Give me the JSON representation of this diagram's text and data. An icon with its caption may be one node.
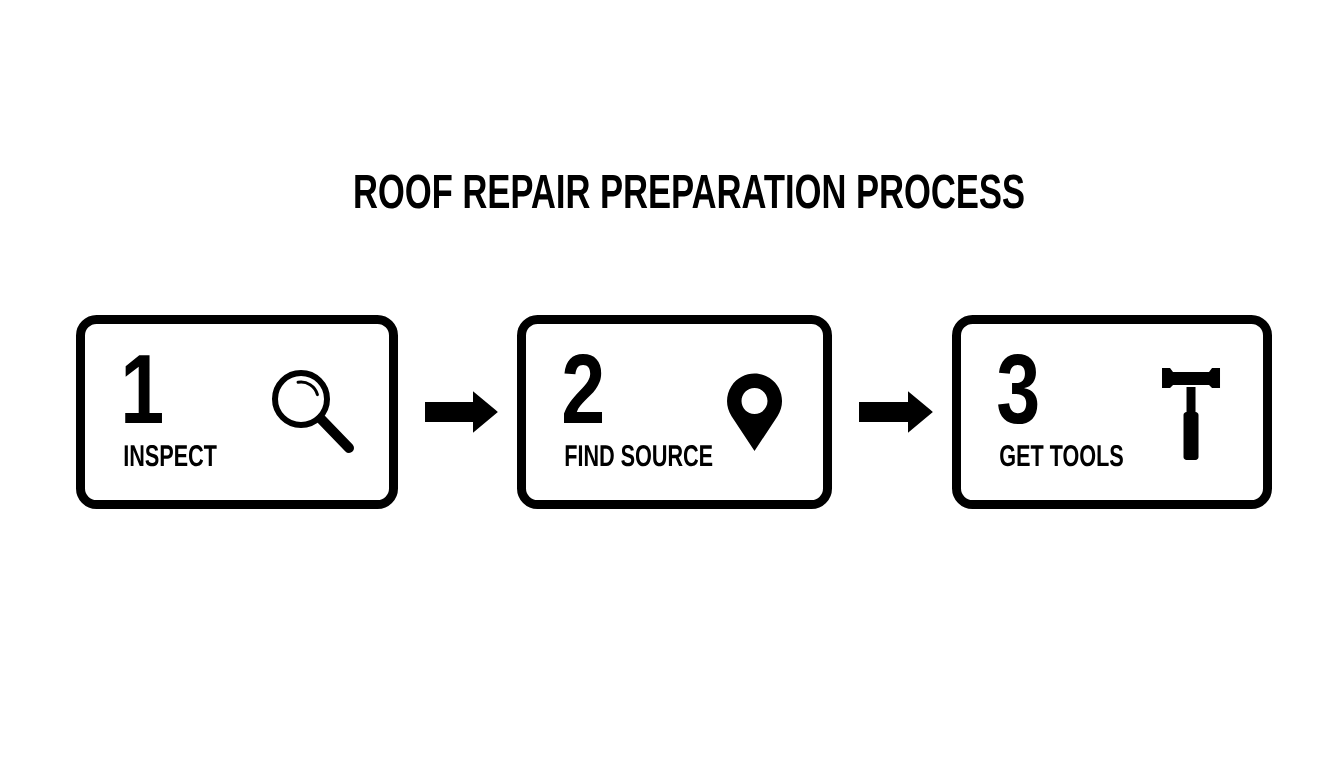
{
  "diagram": {
    "title": "ROOF REPAIR PREPARATION PROCESS",
    "nodes": [
      {
        "text": [
          "1",
          "INSPECT"
        ]
      },
      {
        "text": [
          "2",
          "FIND SOURCE"
        ]
      },
      {
        "text": [
          "3",
          "GET TOOLS"
        ]
      }
    ],
    "edges": [
      {
        "from": 0,
        "to": 1,
        "arrow": "to"
      },
      {
        "from": 1,
        "to": 2,
        "arrow": "to"
      }
    ]
  }
}
